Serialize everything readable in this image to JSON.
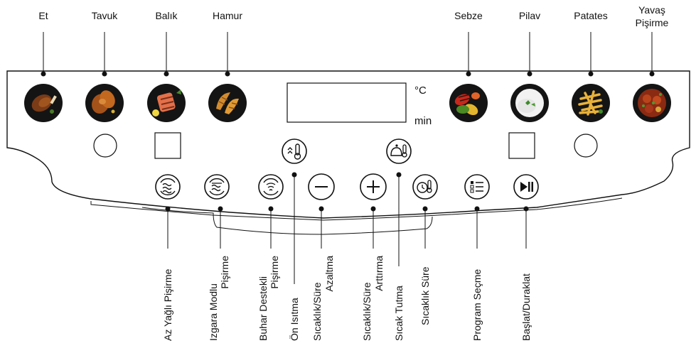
{
  "top_labels": {
    "et": "Et",
    "tavuk": "Tavuk",
    "balik": "Balık",
    "hamur": "Hamur",
    "sebze": "Sebze",
    "pilav": "Pilav",
    "patates": "Patates",
    "yavas_line1": "Yavaş",
    "yavas_line2": "Pişirme"
  },
  "display": {
    "unit_temp": "°C",
    "unit_time": "min"
  },
  "bottom_labels": {
    "az_yagli": "Az Yağlı Pişirme",
    "izgara_line1": "Izgara Modlu",
    "izgara_line2": "Pişirme",
    "buhar_line1": "Buhar Destekli",
    "buhar_line2": "Pişirme",
    "on_isitma": "Ön Isıtma",
    "azaltma_line1": "Sıcaklık/Süre",
    "azaltma_line2": "Azaltma",
    "arttirma_line1": "Sıcaklık/Süre",
    "arttirma_line2": "Arttırma",
    "sicak_tutma": "Sıcak Tutma",
    "sicaklik_sure": "Sıcaklık Süre",
    "program_secme": "Program Seçme",
    "baslat": "Başlat/Duraklat"
  },
  "food_icons": [
    "chicken-leg-icon",
    "roast-chicken-icon",
    "salmon-icon",
    "croissant-icon",
    "grilled-vegetables-icon",
    "rice-icon",
    "fries-icon",
    "stew-icon"
  ],
  "button_icons": [
    "low-oil-cooking-icon",
    "grill-mode-icon",
    "steam-cooking-icon",
    "preheat-icon",
    "minus-icon",
    "plus-icon",
    "keep-warm-icon",
    "temp-time-icon",
    "program-select-icon",
    "play-pause-icon"
  ]
}
